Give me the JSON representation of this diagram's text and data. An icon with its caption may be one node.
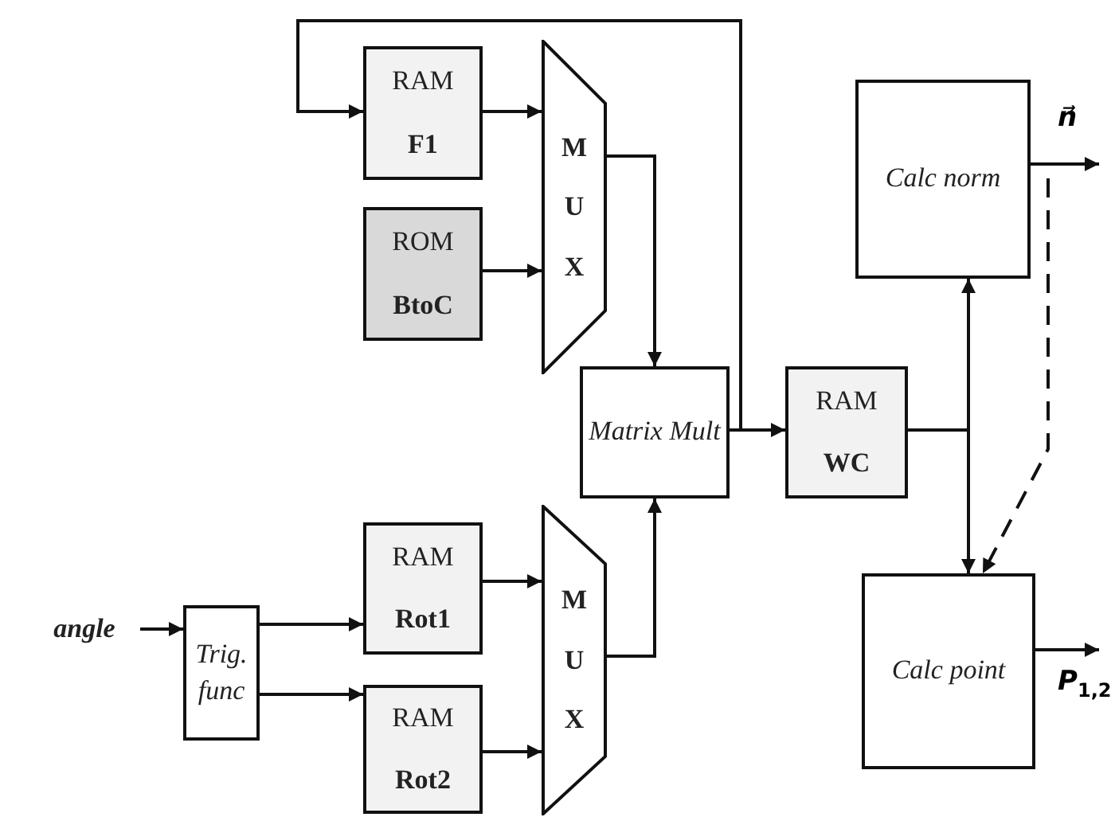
{
  "diagram": {
    "nodes": [
      {
        "text": [
          "RAM",
          "F1"
        ]
      },
      {
        "text": [
          "ROM",
          "BtoC"
        ]
      },
      {
        "text": [
          "M U X"
        ]
      },
      {
        "text": [
          "Matrix Mult"
        ]
      },
      {
        "text": [
          "RAM",
          "WC"
        ]
      },
      {
        "text": [
          "Calc norm"
        ]
      },
      {
        "text": [
          "angle"
        ]
      },
      {
        "text": [
          "Trig. func"
        ]
      },
      {
        "text": [
          "RAM",
          "Rot1"
        ]
      },
      {
        "text": [
          "RAM",
          "Rot2"
        ]
      },
      {
        "text": [
          "M U X"
        ]
      },
      {
        "text": [
          "Calc point"
        ]
      }
    ],
    "edges": [
      {
        "from": 2,
        "to": 3,
        "arrow": "to"
      },
      {
        "from": 0,
        "to": 2,
        "arrow": "to"
      },
      {
        "from": 1,
        "to": 2,
        "arrow": "to"
      },
      {
        "from": 3,
        "to": 4,
        "arrow": "to"
      },
      {
        "from": 3,
        "to": 0,
        "arrow": "to"
      },
      {
        "from": 4,
        "to": 5,
        "arrow": "to"
      },
      {
        "from": 4,
        "to": 11,
        "arrow": "to"
      },
      {
        "from": 5,
        "to": 11,
        "arrow": "to",
        "style": "dashed"
      },
      {
        "from": 5,
        "to": null,
        "arrow": "to",
        "label": "n⃗"
      },
      {
        "from": 11,
        "to": null,
        "arrow": "to",
        "label": "*P*$_{1,2}$"
      },
      {
        "from": 6,
        "to": 7,
        "arrow": "to"
      },
      {
        "from": 7,
        "to": 8,
        "arrow": "to"
      },
      {
        "from": 7,
        "to": 9,
        "arrow": "to"
      },
      {
        "from": 8,
        "to": 10,
        "arrow": "to"
      },
      {
        "from": 9,
        "to": 10,
        "arrow": "to"
      },
      {
        "from": 10,
        "to": 3,
        "arrow": "to"
      }
    ]
  }
}
